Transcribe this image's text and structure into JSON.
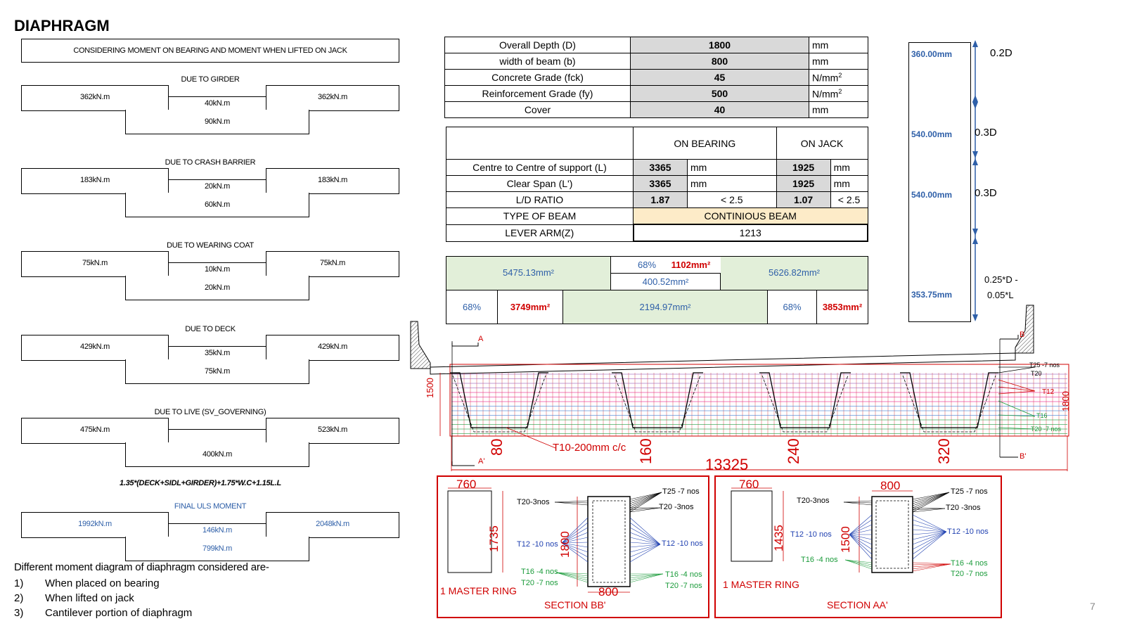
{
  "page_title": "DIAPHRAGM",
  "page_number": "7",
  "left": {
    "header_box": "CONSIDERING MOMENT ON BEARING AND MOMENT WHEN LIFTED ON JACK",
    "diagrams": [
      {
        "title": "DUE TO GIRDER",
        "left": "362kN.m",
        "right": "362kN.m",
        "mid": "40kN.m",
        "bottom": "90kN.m"
      },
      {
        "title": "DUE TO CRASH BARRIER",
        "left": "183kN.m",
        "right": "183kN.m",
        "mid": "20kN.m",
        "bottom": "60kN.m"
      },
      {
        "title": "DUE TO WEARING COAT",
        "left": "75kN.m",
        "right": "75kN.m",
        "mid": "10kN.m",
        "bottom": "20kN.m"
      },
      {
        "title": "DUE TO DECK",
        "left": "429kN.m",
        "right": "429kN.m",
        "mid": "35kN.m",
        "bottom": "75kN.m"
      },
      {
        "title": "DUE TO LIVE (SV_GOVERNING)",
        "left": "475kN.m",
        "right": "523kN.m",
        "mid": "",
        "bottom": "400kN.m"
      },
      {
        "title": "FINAL ULS MOMENT",
        "left": "1992kN.m",
        "right": "2048kN.m",
        "mid": "146kN.m",
        "bottom": "799kN.m"
      }
    ],
    "formula": "1.35*(DECK+SIDL+GIRDER)+1.75*W.C+1.15L.L",
    "notes_title": "Different moment diagram of diaphragm considered are-",
    "notes": [
      {
        "num": "1)",
        "text": "When placed on bearing"
      },
      {
        "num": "2)",
        "text": "When lifted on jack"
      },
      {
        "num": "3)",
        "text": "Cantilever portion of diaphragm"
      }
    ]
  },
  "props": {
    "rows": [
      {
        "label": "Overall Depth (D)",
        "value": "1800",
        "unit": "mm"
      },
      {
        "label": "width of beam (b)",
        "value": "800",
        "unit": "mm"
      },
      {
        "label": "Concrete Grade (fck)",
        "value": "45",
        "unit": "N/mm",
        "sup": "2"
      },
      {
        "label": "Reinforcement Grade (fy)",
        "value": "500",
        "unit": "N/mm",
        "sup": "2"
      },
      {
        "label": "Cover",
        "value": "40",
        "unit": "mm"
      }
    ]
  },
  "design": {
    "col1": "ON BEARING",
    "col2": "ON JACK",
    "rows": [
      {
        "label": "Centre to Centre of support (L)",
        "v1": "3365",
        "u1": "mm",
        "v2": "1925",
        "u2": "mm"
      },
      {
        "label": "Clear Span (L')",
        "v1": "3365",
        "u1": "mm",
        "v2": "1925",
        "u2": "mm"
      },
      {
        "label": "L/D RATIO",
        "v1": "1.87",
        "u1": "<  2.5",
        "v2": "1.07",
        "u2": "<  2.5"
      }
    ],
    "type_label": "TYPE OF BEAM",
    "type_value": "CONTINIOUS BEAM",
    "lever_label": "LEVER ARM(Z)",
    "lever_value": "1213"
  },
  "steel": {
    "top_left": "5475.13mm²",
    "top_mid_pct": "68%",
    "top_mid_red": "1102mm²",
    "top_mid_low": "400.52mm²",
    "top_right": "5626.82mm²",
    "bot_pct1": "68%",
    "bot_red1": "3749mm²",
    "bot_mid": "2194.97mm²",
    "bot_pct2": "68%",
    "bot_red2": "3853mm²"
  },
  "depth_box": {
    "items": [
      {
        "value": "360.00mm",
        "ratio": "0.2D"
      },
      {
        "value": "540.00mm",
        "ratio": "0.3D"
      },
      {
        "value": "540.00mm",
        "ratio": "0.3D"
      },
      {
        "value": "353.75mm",
        "ratio_line1": "0.25*D -",
        "ratio_line2": "0.05*L"
      }
    ]
  },
  "drawing": {
    "dim_main": "13325",
    "dim_80": "80",
    "dim_160": "160",
    "dim_240": "240",
    "dim_320": "320",
    "dim_1500": "1500",
    "dim_1800": "1800",
    "stirrup": "T10-200mm c/c",
    "marks": {
      "a": "A",
      "a2": "A'",
      "b": "B",
      "b2": "B'"
    },
    "right_bars": [
      "T25 -7 nos",
      "T20",
      "T12",
      "T16",
      "T20 -7 nos"
    ]
  },
  "section_bb": {
    "title": "SECTION BB'",
    "ring": "1 MASTER RING",
    "dim_760": "760",
    "dim_1735": "1735",
    "dim_1800": "1800",
    "dim_800": "800",
    "t20_3": "T20-3nos",
    "t12": "T12 -10 nos",
    "t16": "T16 -4 nos",
    "t20_7": "T20 -7 nos",
    "r_t25": "T25 -7 nos",
    "r_t20": "T20 -3nos",
    "r_t12": "T12 -10 nos",
    "r_t16": "T16 -4 nos",
    "r_t20_7": "T20 -7 nos"
  },
  "section_aa": {
    "title": "SECTION AA'",
    "ring": "1 MASTER RING",
    "dim_760": "760",
    "dim_1435": "1435",
    "dim_1500": "1500",
    "dim_800": "800",
    "t20_3": "T20-3nos",
    "t12": "T12 -10 nos",
    "t16": "T16 -4 nos",
    "r_t25": "T25 -7 nos",
    "r_t20": "T20 -3nos",
    "r_t12": "T12 -10 nos",
    "r_t16": "T16 -4 nos",
    "r_t20_7": "T20 -7 nos"
  }
}
